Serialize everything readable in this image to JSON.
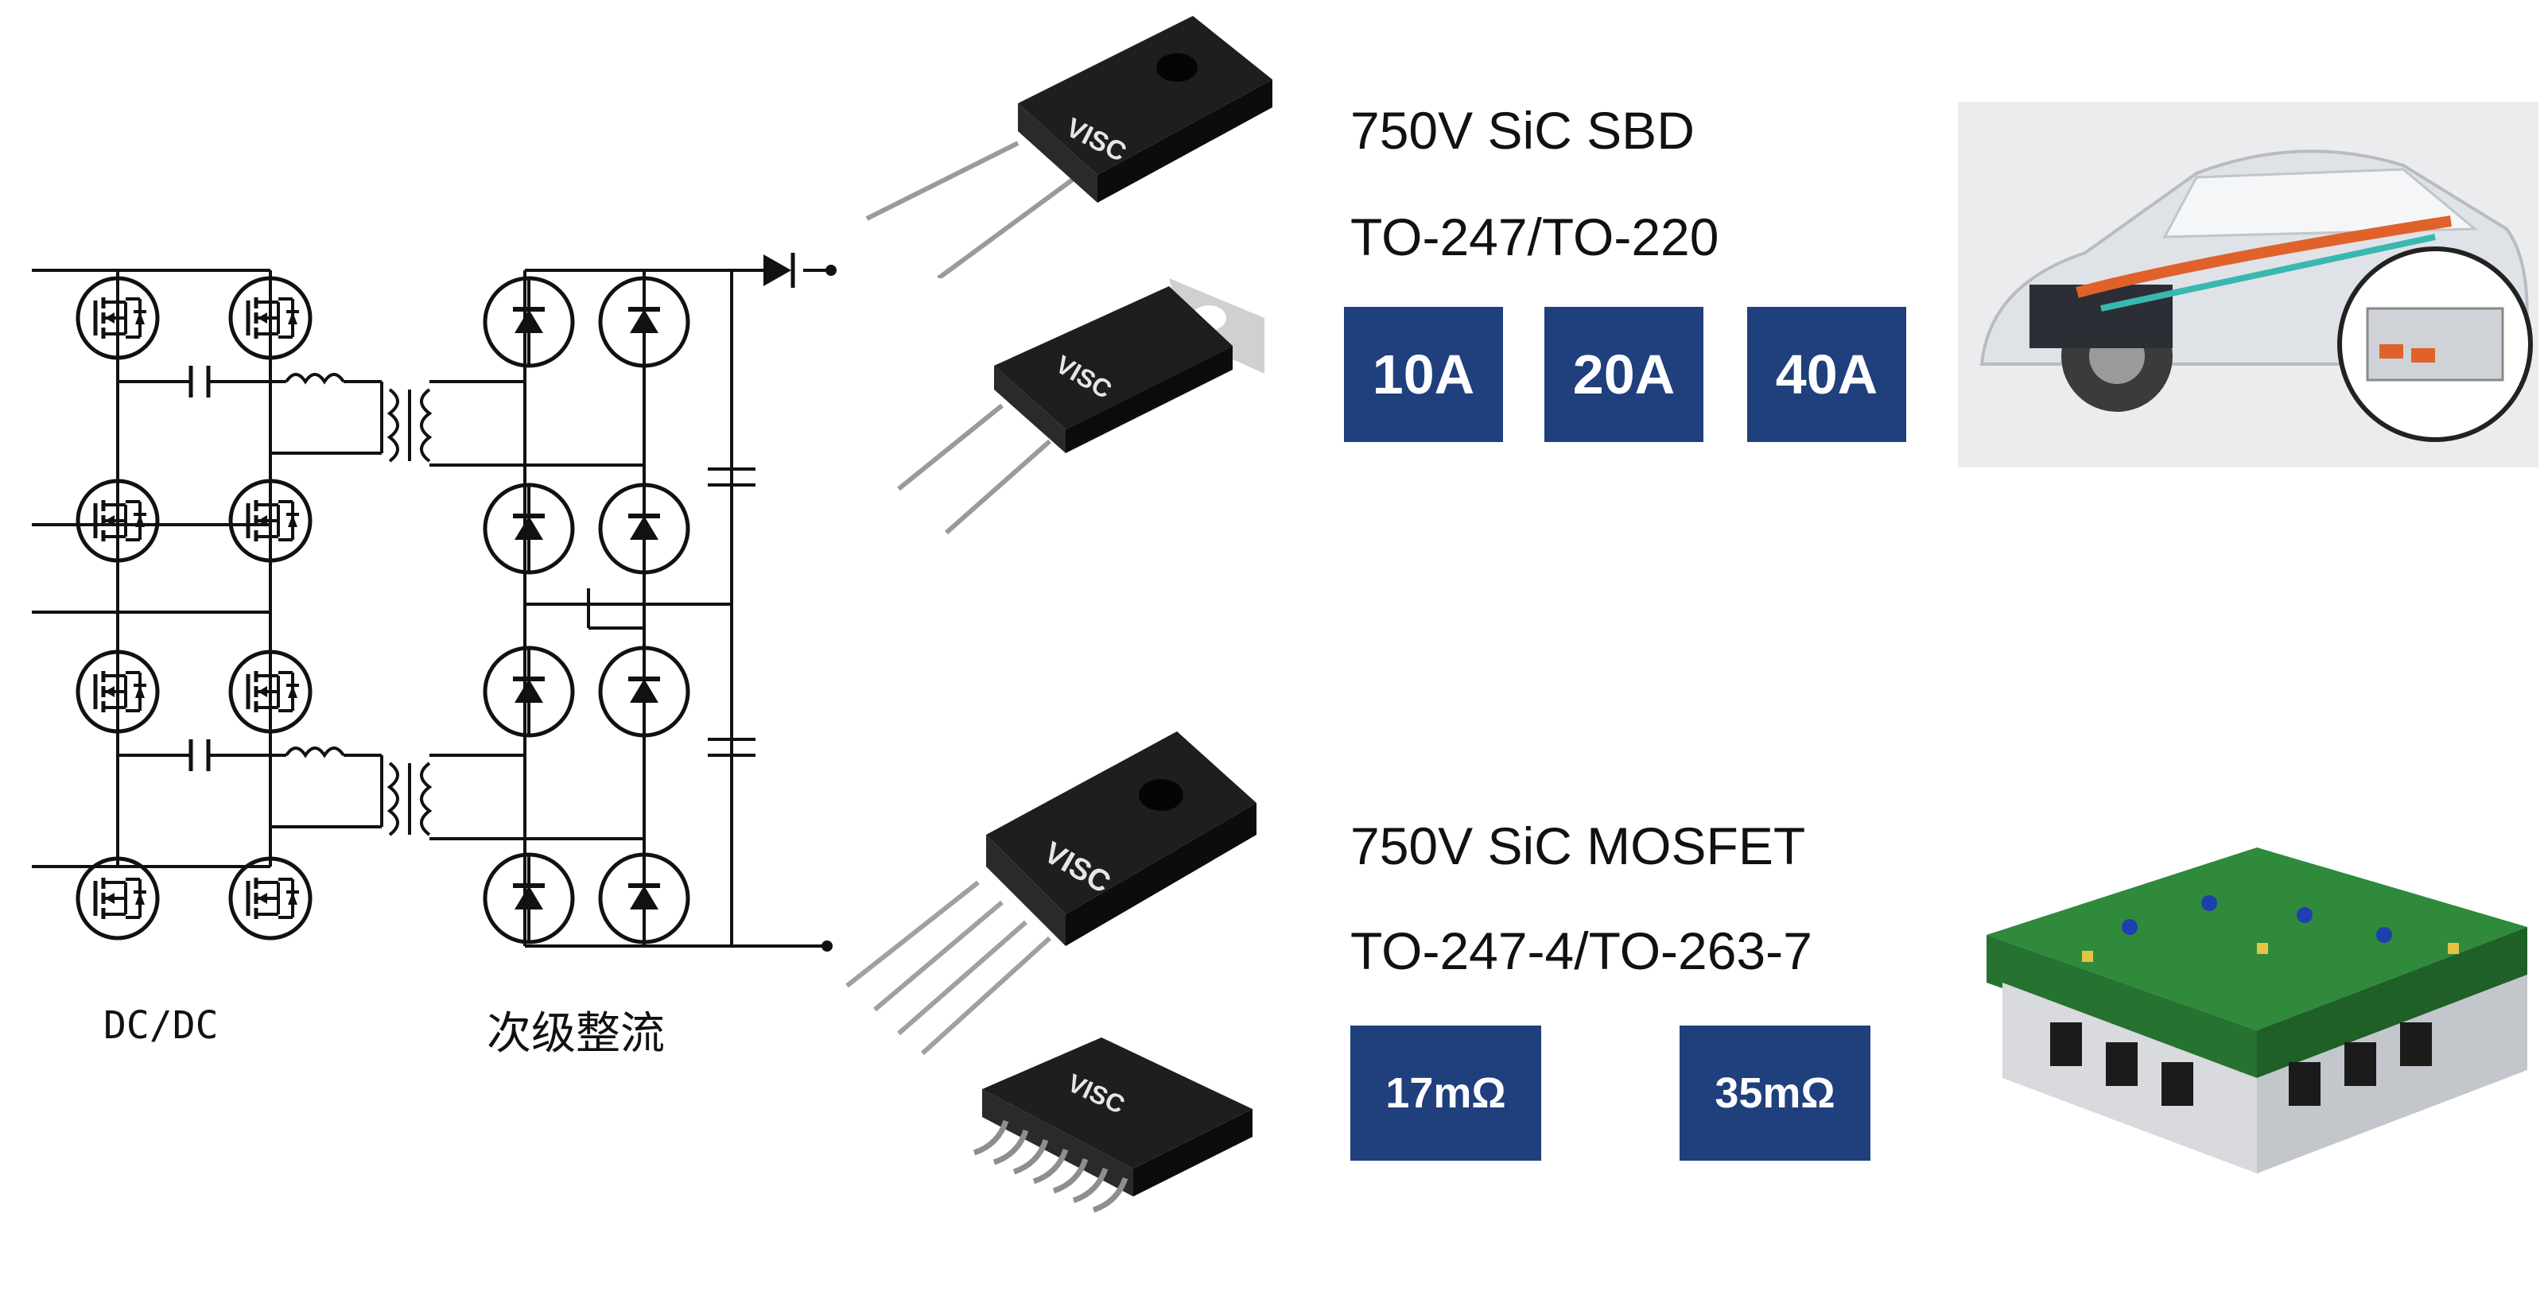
{
  "circuit": {
    "label_dcdc": "DC/DC",
    "label_rectifier": "次级整流"
  },
  "sbd": {
    "title": "750V SiC SBD",
    "package": "TO-247/TO-220",
    "ratings": [
      "10A",
      "20A",
      "40A"
    ],
    "brand": "VISC"
  },
  "mosfet": {
    "title": "750V SiC MOSFET",
    "package": "TO-247-4/TO-263-7",
    "ratings": [
      "17mΩ",
      "35mΩ"
    ],
    "brand": "VISC"
  },
  "colors": {
    "badge": "#1f3f7d",
    "package_body": "#1e1e1e",
    "pcb": "#2f8a3c",
    "car_harness": "#e0622a",
    "car_cooling": "#39b8b0"
  }
}
